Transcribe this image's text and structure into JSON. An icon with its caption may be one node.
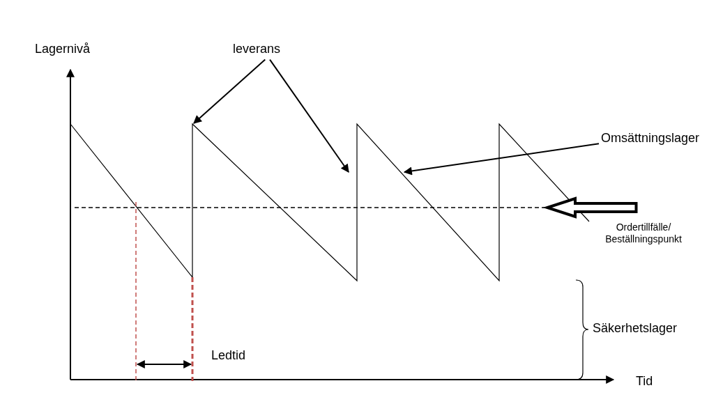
{
  "diagram": {
    "nodes": [
      {
        "text": [
          "leverans"
        ]
      },
      {
        "text": [
          "Omsättningslager"
        ]
      },
      {
        "text": [
          "Ordertillfälle/ Beställningspunkt"
        ]
      }
    ],
    "edges": [
      {
        "from": 0,
        "to": null,
        "arrow": "to"
      },
      {
        "from": 0,
        "to": null,
        "arrow": "to"
      },
      {
        "from": 1,
        "to": null,
        "arrow": "to"
      },
      {
        "from": 2,
        "to": null,
        "arrow": "to",
        "style": "thick"
      }
    ],
    "labels": [
      "Lagernivå",
      "Tid",
      "Ledtid",
      "Säkerhetslager"
    ]
  }
}
